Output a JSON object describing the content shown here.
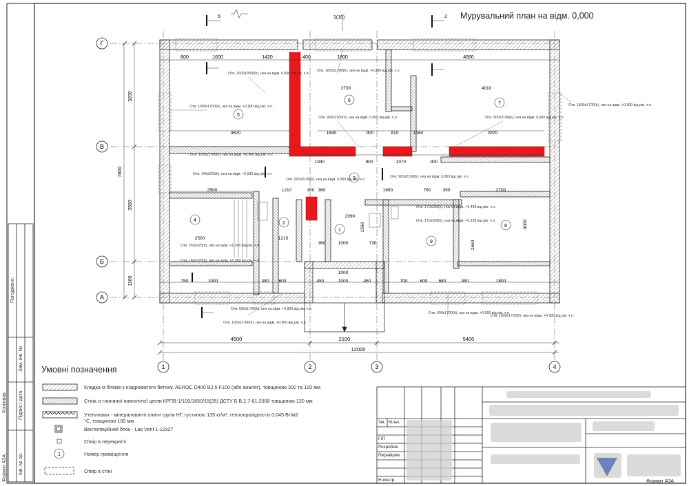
{
  "title": "Мурувальний план на відм. 0,000",
  "axes_letters": [
    "Г",
    "В",
    "Б",
    "А"
  ],
  "axes_numbers": [
    "1",
    "2",
    "3",
    "4"
  ],
  "section_marks": [
    "5",
    "2",
    "1(10)"
  ],
  "dims_top": [
    "600",
    "1600",
    "1420",
    "400",
    "1800",
    "4660"
  ],
  "dims_bottom_overall": [
    "4500",
    "2100",
    "5400",
    "12000"
  ],
  "dims_left": [
    "3200",
    "7800",
    "3500",
    "1100"
  ],
  "dims_inner": [
    "2700",
    "4010",
    "3620",
    "1640",
    "900",
    "810",
    "1060",
    "2970",
    "1940",
    "900",
    "1070",
    "790",
    "900",
    "2500",
    "1210",
    "300",
    "360",
    "1650",
    "390",
    "2700",
    "2090",
    "1560",
    "1000",
    "360",
    "1000",
    "730",
    "2660",
    "4000",
    "2500",
    "1210",
    "750",
    "1000",
    "380",
    "600",
    "450",
    "1000",
    "450",
    "700",
    "600",
    "680",
    "450",
    "1800"
  ],
  "rooms": [
    "1",
    "2",
    "3",
    "4",
    "5",
    "6",
    "7",
    "8",
    "9"
  ],
  "openings": [
    "Отв. 1600х2600(h), низ на відм. 0,000 від рів. ч.п.",
    "Отв. 1800х1700(h), низ на відм. +0,900 від рів. ч.п.",
    "Отв. 1800х1700(h), низ на відм. +0,900 від рів. ч.п.",
    "Отв. 1000х1700(h), низ на відм. +0,900 від рів. ч.п.",
    "Отв. 900х2100(h), низ на відм. 0,000 від рів. ч.п.",
    "Отв. 900х2100(h), низ на відм. 0,000 від рів. ч.п.",
    "Отв. 1000х1700(h), низ на відм. +0,900 від рів. ч.п.",
    "Отв. 140х225(h), низ на відм. +2,590 від рів. ч.п.",
    "Отв. 900х2100(h), низ на відм. 0,000 від рів. ч.п.",
    "Отв. 900х2100(h), низ на відм. 0,000 від рів. ч.п.",
    "Отв. 170х250(h), низ на відм. +2,459 від рів. ч.п.",
    "Отв. 170х250(h), низ на відм. +0,128 від рів. ч.п.",
    "Отв. 260х225(h), низ на відм. +1,240 від рів. ч.п.",
    "Отв. 140х225(h), низ на відм. +2,590 від рів. ч.п.",
    "Отв. 600х1700(h), низ на відм. +0,900 від рів. ч.п.",
    "Отв. 1000х1700(h), низ на відм. +0,900 від рів. ч.п.",
    "Отв. 600х1700(h), низ на відм. +0,900 від рів. ч.п.",
    "Отв. 1800х1700(h), низ на відм. +0,900 від рів. ч.п."
  ],
  "legend": {
    "title": "Умовні позначення",
    "items": [
      "Кладка із блоків з ніздрюватого бетону, AEROC D400 B2.5 F100 (або аналог), товщиною 300 та 120 мм",
      "Стіна із глиняної повнотілої цегли КРПВ-1/100/1650/15(25) ДСТУ Б В.2.7-61:2008 товщиною 120 мм",
      "Утеплювач - мінераловатні плити групи НГ, густиною 135 кг/м³, теплопровідністю 0,045 Вт/м2 °С, товщиною 100 мм",
      "Вентиляційний блок - Las Vent 1-12х27",
      "Отвір в перекритті",
      "Номер приміщення",
      "Отвір в стіні"
    ]
  },
  "side_labels": [
    "Погоджено:",
    "Зам. інв. №",
    "Підпис і дата",
    "Копіював",
    "Інв. № ор.",
    "Формат А3А"
  ],
  "title_block": {
    "rows": [
      "Зм.",
      "Кільк.",
      "ГІП",
      "Розробив",
      "Перевірив",
      "Н.контр."
    ],
    "format": "Формат А3А"
  },
  "colors": {
    "highlight": "#e8191c",
    "line": "#222222",
    "hatch": "#777777"
  }
}
